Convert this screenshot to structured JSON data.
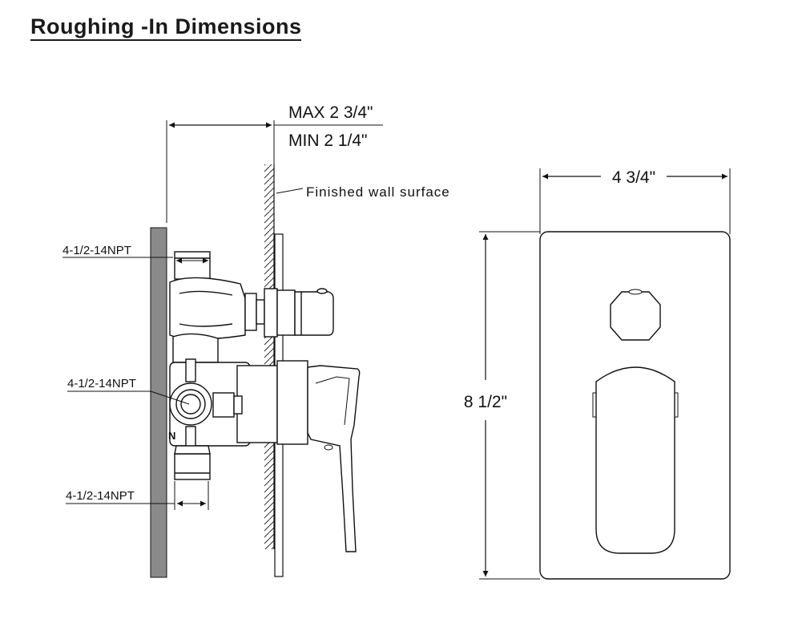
{
  "title": "Roughing -In Dimensions",
  "labels": {
    "depth_max": "MAX  2 3/4\"",
    "depth_min": "MIN  2 1/4\"",
    "finished_wall": "Finished wall surface",
    "width": "4 3/4\"",
    "height": "8 1/2\"",
    "npt_top": "4-1/2-14NPT",
    "npt_middle": "4-1/2-14NPT",
    "npt_bottom": "4-1/2-14NPT",
    "inlet_mark": "N"
  },
  "colors": {
    "line": "#111111",
    "stud": "#8a8a8a"
  }
}
